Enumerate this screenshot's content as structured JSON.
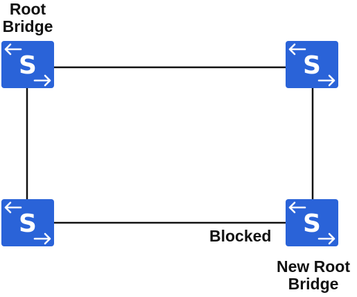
{
  "labels": {
    "root_bridge": [
      "Root",
      "Bridge"
    ],
    "new_root_bridge": [
      "New Root",
      "Bridge"
    ],
    "blocked": "Blocked"
  },
  "switches": [
    {
      "id": "switch-top-left",
      "glyph": "S",
      "icon": "switch-icon"
    },
    {
      "id": "switch-top-right",
      "glyph": "S",
      "icon": "switch-icon"
    },
    {
      "id": "switch-bottom-left",
      "glyph": "S",
      "icon": "switch-icon"
    },
    {
      "id": "switch-bottom-right",
      "glyph": "S",
      "icon": "switch-icon"
    }
  ],
  "colors": {
    "switch_fill": "#2a63d8",
    "switch_symbol": "#ffffff",
    "link": "#111111"
  }
}
